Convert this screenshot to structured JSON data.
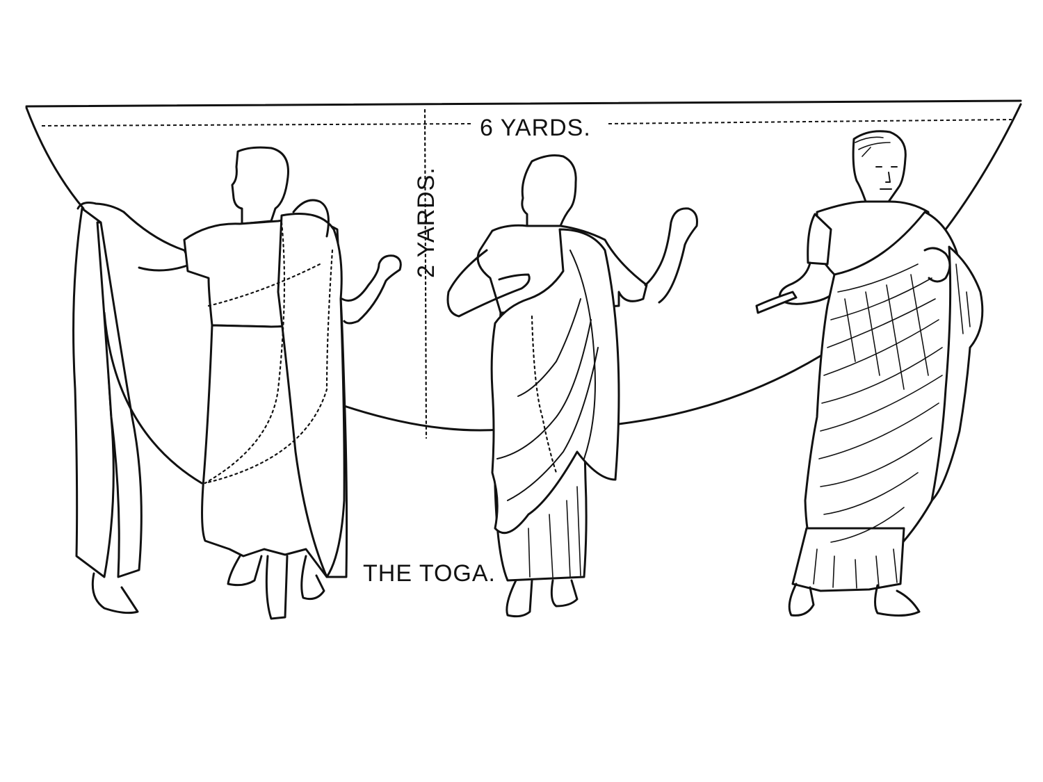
{
  "figure": {
    "caption": "THE TOGA.",
    "width_label": "6 YARDS.",
    "height_label": "2 YARDS."
  },
  "colors": {
    "ink": "#111111",
    "paper": "#ffffff"
  }
}
